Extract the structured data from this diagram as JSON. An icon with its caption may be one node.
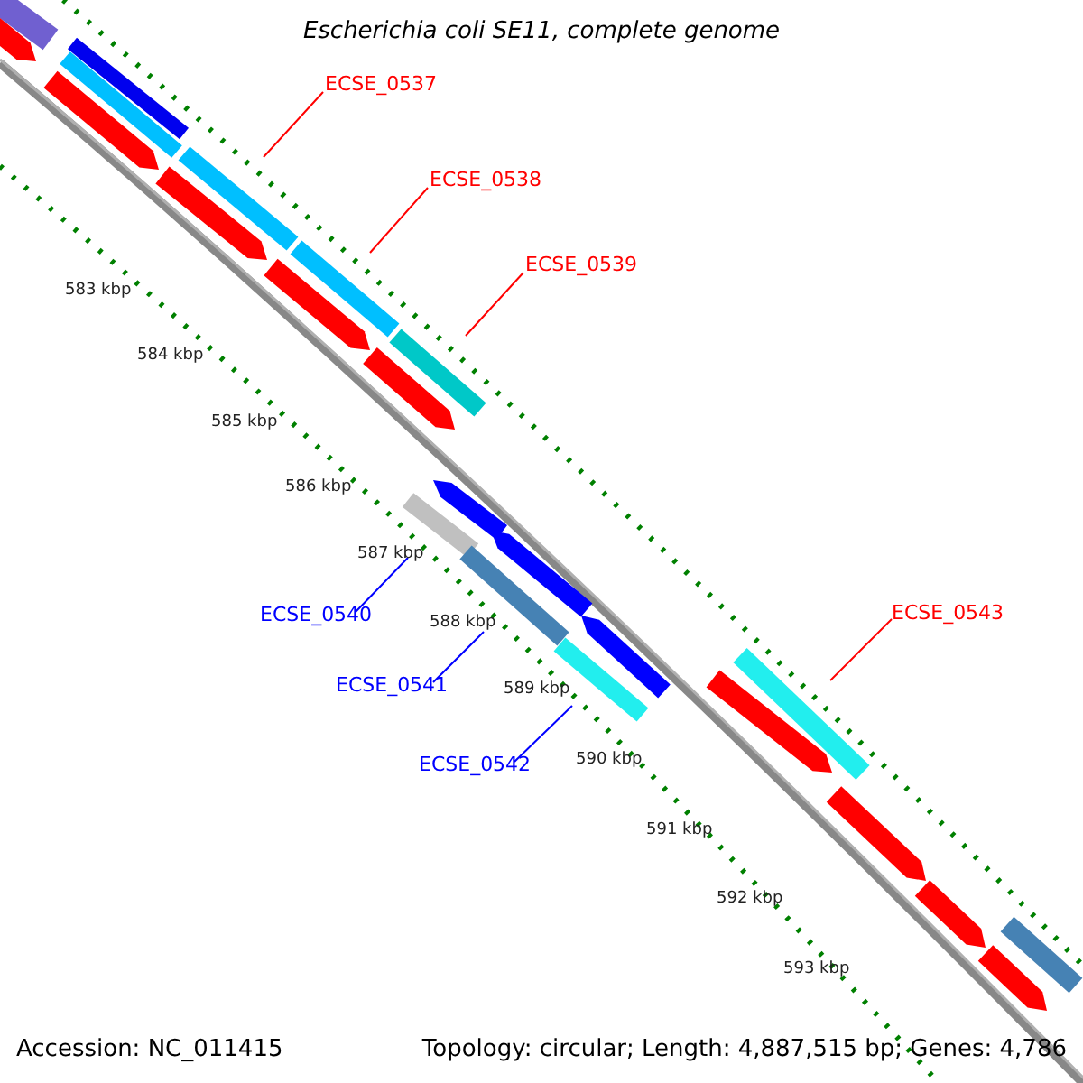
{
  "diagram": {
    "title": "Escherichia coli SE11, complete genome",
    "nodes": [
      {
        "text": [
          "ECSE_0537"
        ]
      },
      {
        "text": [
          "ECSE_0538"
        ]
      },
      {
        "text": [
          "ECSE_0539"
        ]
      },
      {
        "text": [
          "ECSE_0540"
        ]
      },
      {
        "text": [
          "ECSE_0541"
        ]
      },
      {
        "text": [
          "ECSE_0542"
        ]
      },
      {
        "text": [
          "ECSE_0543"
        ]
      },
      {
        "text": [],
        "shape": "bar"
      },
      {
        "text": [],
        "shape": "pentagon"
      },
      {
        "text": [],
        "shape": "bar"
      },
      {
        "text": [],
        "shape": "bar"
      },
      {
        "text": [],
        "shape": "pentagon"
      },
      {
        "text": [],
        "shape": "bar"
      },
      {
        "text": [],
        "shape": "pentagon"
      },
      {
        "text": [],
        "shape": "bar"
      },
      {
        "text": [],
        "shape": "pentagon"
      },
      {
        "text": [],
        "shape": "bar"
      },
      {
        "text": [],
        "shape": "pentagon"
      },
      {
        "text": [],
        "shape": "pentagon"
      },
      {
        "text": [],
        "shape": "bar"
      },
      {
        "text": [],
        "shape": "pentagon"
      },
      {
        "text": [],
        "shape": "bar"
      },
      {
        "text": [],
        "shape": "pentagon"
      },
      {
        "text": [],
        "shape": "bar"
      },
      {
        "text": [],
        "shape": "pentagon"
      },
      {
        "text": [],
        "shape": "bar"
      },
      {
        "text": [],
        "shape": "pentagon"
      },
      {
        "text": [],
        "shape": "pentagon"
      },
      {
        "text": [],
        "shape": "pentagon"
      },
      {
        "text": [],
        "shape": "bar"
      }
    ],
    "edges": [
      {
        "from": 0,
        "to": 12,
        "arrow": "none"
      },
      {
        "from": 1,
        "to": 14,
        "arrow": "none"
      },
      {
        "from": 2,
        "to": 16,
        "arrow": "none"
      },
      {
        "from": 3,
        "to": 19,
        "arrow": "none",
        "color": "#0000ff"
      },
      {
        "from": 4,
        "to": 21,
        "arrow": "none",
        "color": "#0000ff"
      },
      {
        "from": 5,
        "to": 23,
        "arrow": "none",
        "color": "#0000ff"
      },
      {
        "from": 6,
        "to": 25,
        "arrow": "none"
      }
    ],
    "labels": [
      "583 kbp",
      "584 kbp",
      "585 kbp",
      "586 kbp",
      "587 kbp",
      "588 kbp",
      "589 kbp",
      "590 kbp",
      "591 kbp",
      "592 kbp",
      "593 kbp",
      "Accession: NC_011415",
      "Topology: circular; Length: 4,887,515 bp; Genes: 4,786"
    ]
  }
}
